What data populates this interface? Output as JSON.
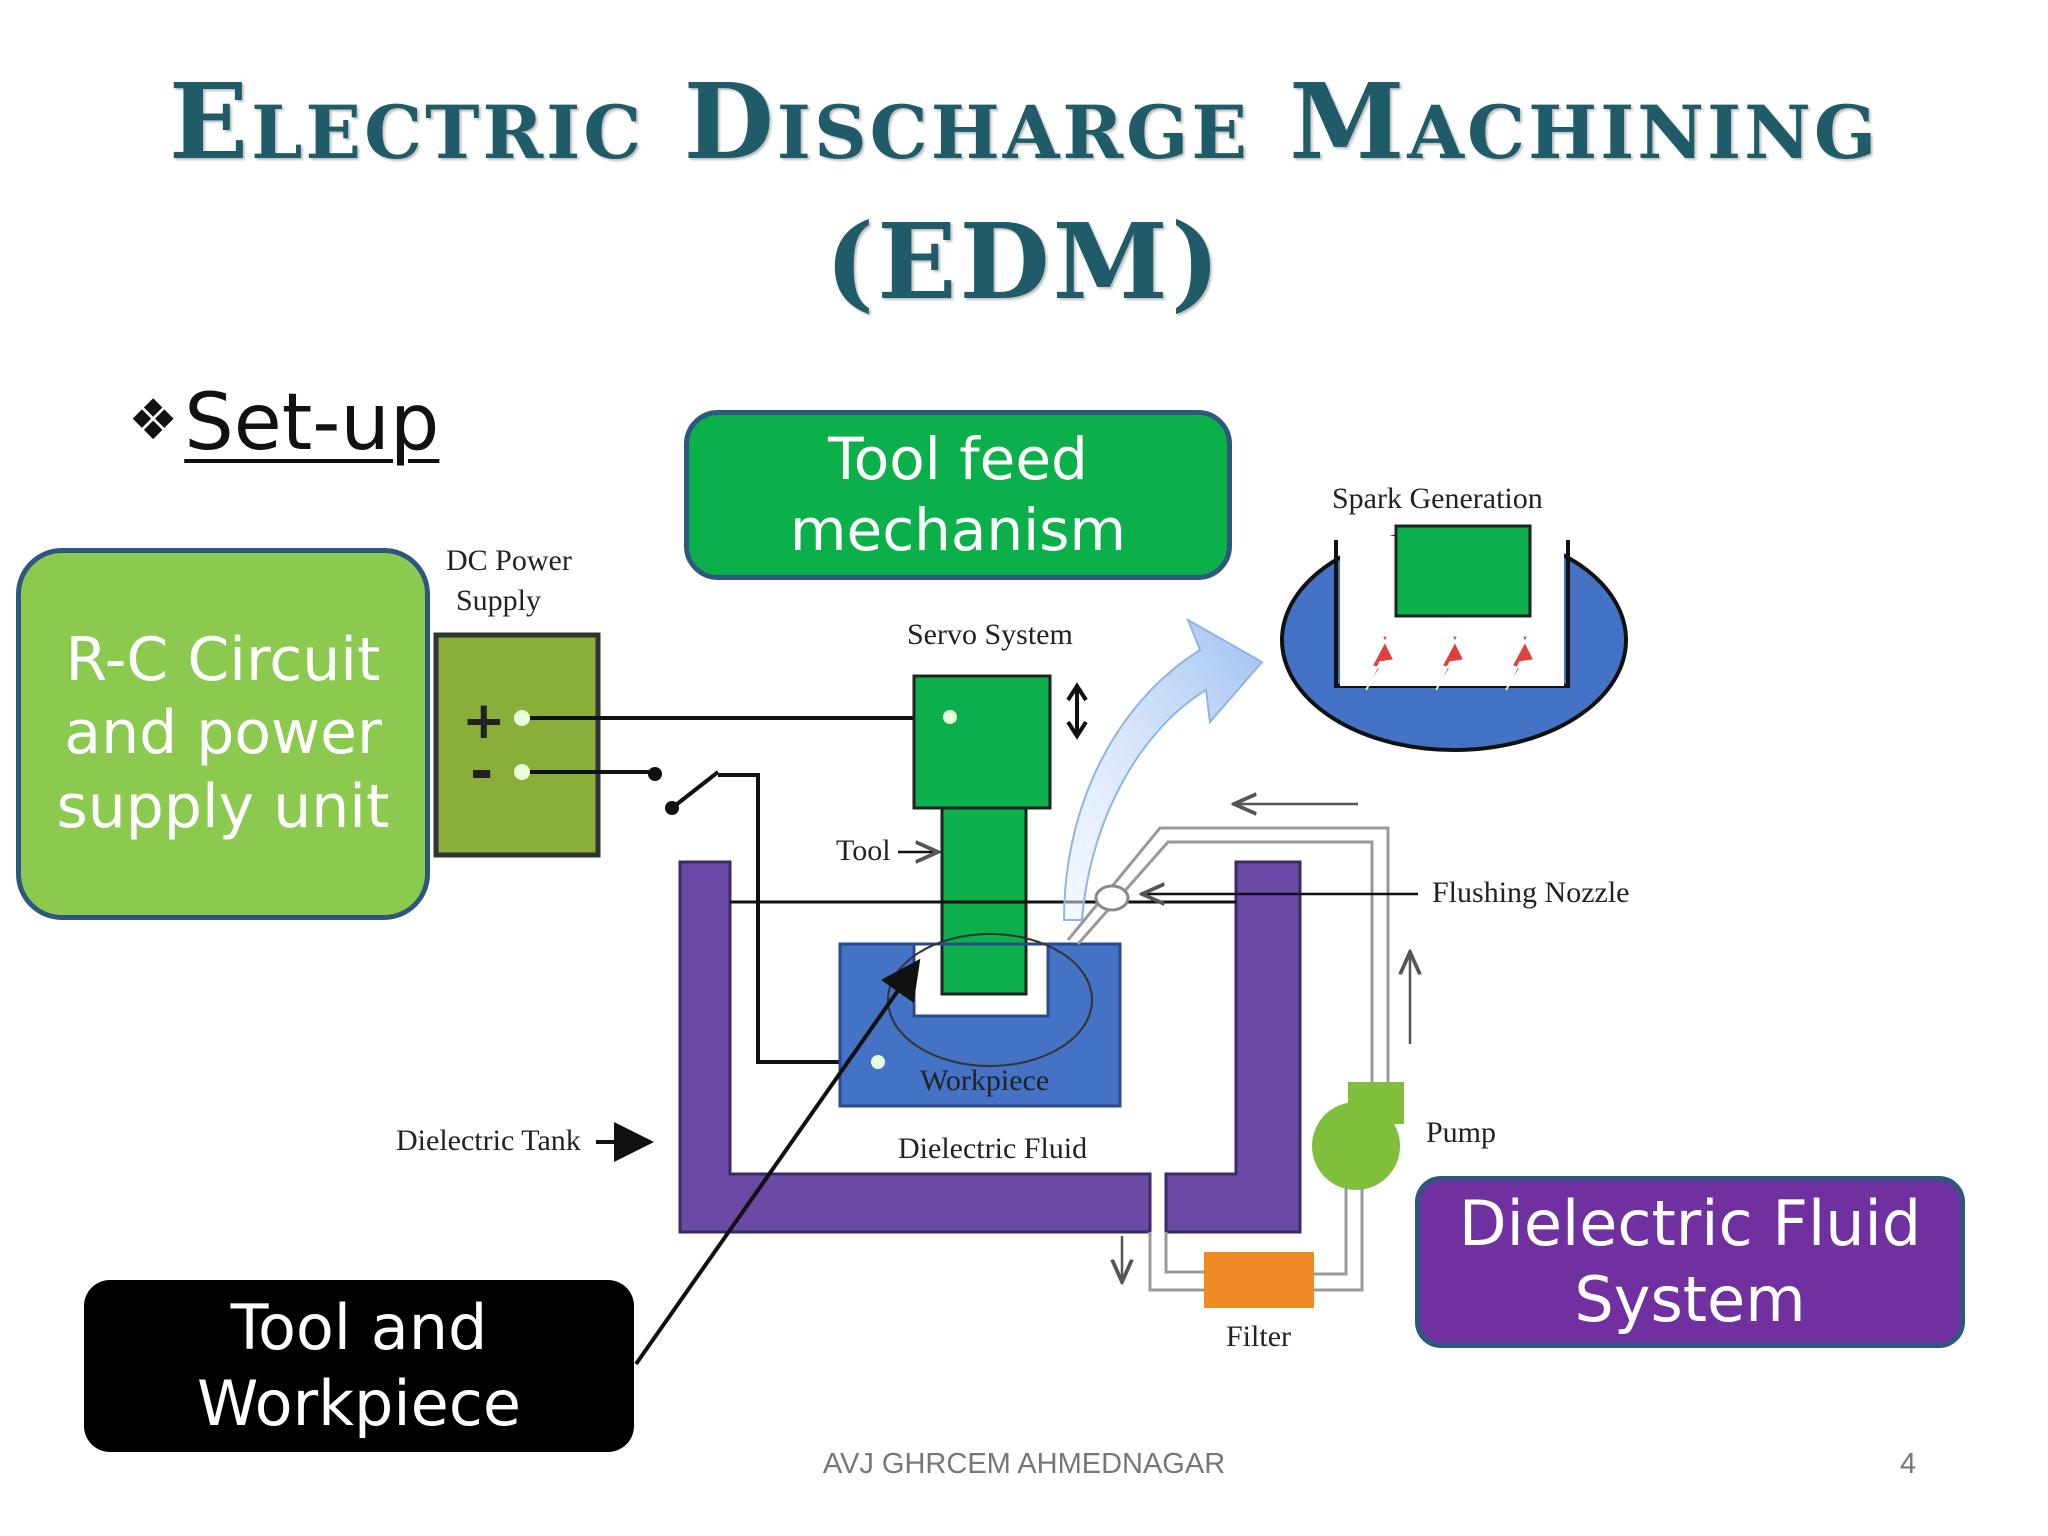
{
  "title": {
    "line1": "Electric Discharge Machining",
    "line2": "(EDM)"
  },
  "bullet": {
    "glyph": "❖",
    "text": "Set-up"
  },
  "callouts": {
    "tool_feed": [
      "Tool feed",
      "mechanism"
    ],
    "rc_circuit": [
      "R-C Circuit",
      "and power",
      "supply unit"
    ],
    "tool_workpiece": [
      "Tool and",
      "Workpiece"
    ],
    "dielectric_system": [
      "Dielectric Fluid",
      "System"
    ]
  },
  "diagram": {
    "dc_power": [
      "DC Power",
      "Supply"
    ],
    "plus": "+",
    "minus": "-",
    "servo": "Servo System",
    "tool": "Tool",
    "workpiece": "Workpiece",
    "dielectric_fluid": "Dielectric Fluid",
    "dielectric_tank": "Dielectric Tank",
    "flushing_nozzle": "Flushing Nozzle",
    "pump": "Pump",
    "filter": "Filter",
    "spark_generation": "Spark Generation"
  },
  "colors": {
    "title": "#1f5b68",
    "tool_green": "#0bb04b",
    "rc_green": "#8bc94f",
    "dielectric_purple": "#7030a0",
    "tank_purple": "#6a4aa5",
    "workpiece_blue": "#4472c4",
    "filter_orange": "#f08a24",
    "power_olive": "#8aae3a"
  },
  "footer": {
    "text": "AVJ GHRCEM AHMEDNAGAR",
    "page": "4"
  }
}
